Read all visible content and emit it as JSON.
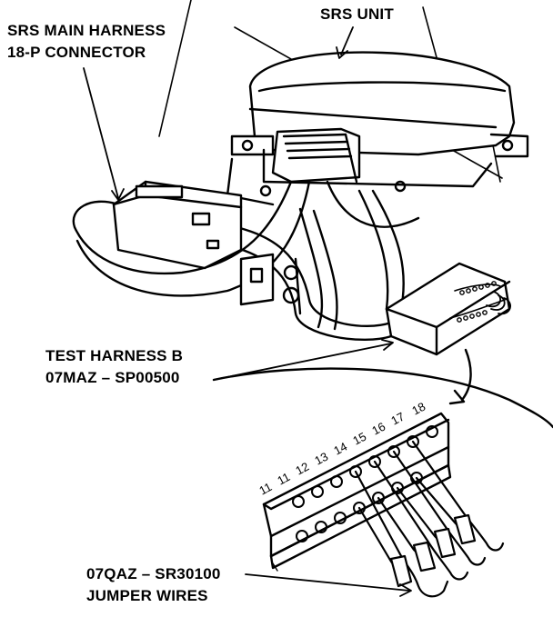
{
  "labels": {
    "srs_unit": "SRS UNIT",
    "main_harness_line1": "SRS MAIN HARNESS",
    "main_harness_line2": "18-P CONNECTOR",
    "test_harness_line1": "TEST HARNESS B",
    "test_harness_line2": "07MAZ – SP00500",
    "jumper_line1": "07QAZ – SR30100",
    "jumper_line2": "JUMPER WIRES"
  },
  "pin_numbers": [
    "11",
    "11",
    "12",
    "13",
    "14",
    "15",
    "16",
    "17",
    "18"
  ],
  "colors": {
    "ink": "#000000",
    "paper": "#ffffff"
  }
}
